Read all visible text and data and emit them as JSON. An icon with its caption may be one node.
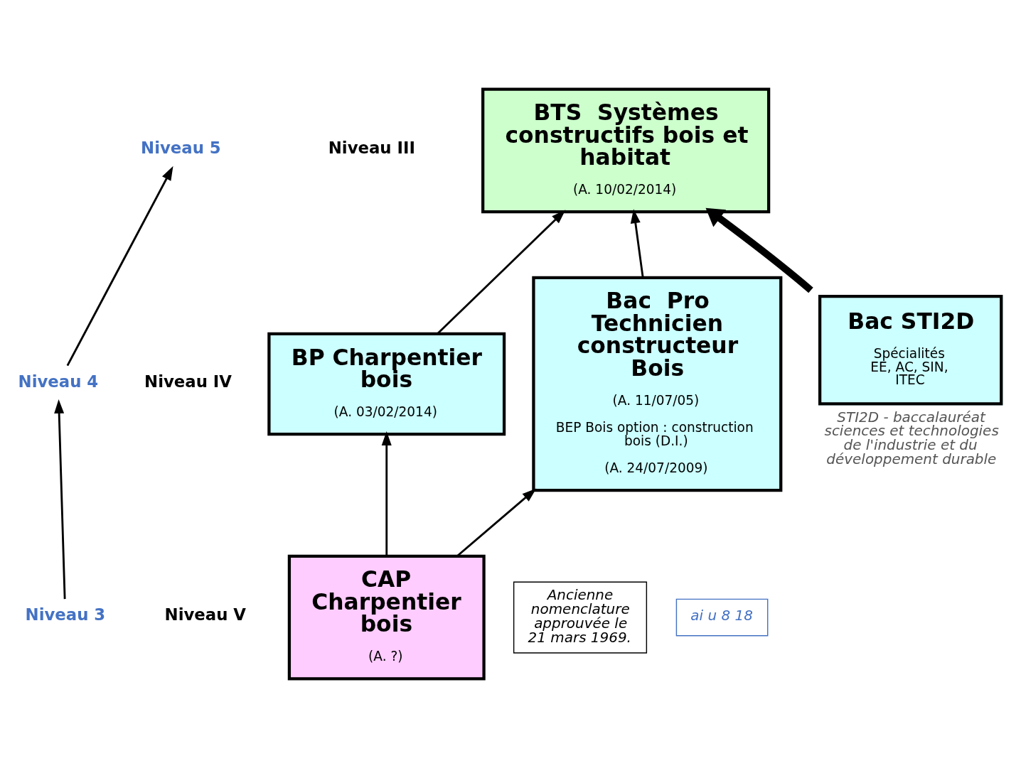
{
  "diagram": {
    "nodes": [
      {
        "text": [
          "BTS  Systèmes constructifs bois et habitat",
          "(A. 10/02/2014)"
        ]
      },
      {
        "text": [
          "BP Charpentier bois",
          "(A. 03/02/2014)"
        ]
      },
      {
        "text": [
          "Bac  Pro Technicien constructeur Bois",
          "(A. 11/07/05)",
          "BEP Bois option : construction bois (D.I.)",
          "(A. 24/07/2009)"
        ]
      },
      {
        "text": [
          "Bac STI2D",
          "Spécialités EE, AC, SIN, ITEC"
        ],
        "beside": [
          "STI2D - baccalauréat sciences et technologies de l'industrie et du développement durable"
        ]
      },
      {
        "text": [
          "CAP Charpentier bois",
          "(A. ?)"
        ]
      },
      {
        "text": [
          "ai u 8 18"
        ]
      },
      {
        "text": [
          "Ancienne nomenclature approuvée le 21 mars 1969."
        ]
      },
      {
        "text": [
          "Niveau 5"
        ]
      },
      {
        "text": [
          "Niveau III"
        ]
      },
      {
        "text": [
          "Niveau 4"
        ]
      },
      {
        "text": [
          "Niveau IV"
        ]
      },
      {
        "text": [
          "Niveau 3"
        ]
      },
      {
        "text": [
          "Niveau V"
        ]
      }
    ],
    "edges": [
      {
        "from": 9,
        "to": 7,
        "arrow": "to"
      },
      {
        "from": 11,
        "to": 9,
        "arrow": "to"
      },
      {
        "from": 1,
        "to": 0,
        "arrow": "to"
      },
      {
        "from": 2,
        "to": 0,
        "arrow": "to"
      },
      {
        "from": 3,
        "to": 0,
        "arrow": "to",
        "style": "thick"
      },
      {
        "from": 4,
        "to": 1,
        "arrow": "to"
      },
      {
        "from": 4,
        "to": 2,
        "arrow": "to"
      }
    ]
  }
}
